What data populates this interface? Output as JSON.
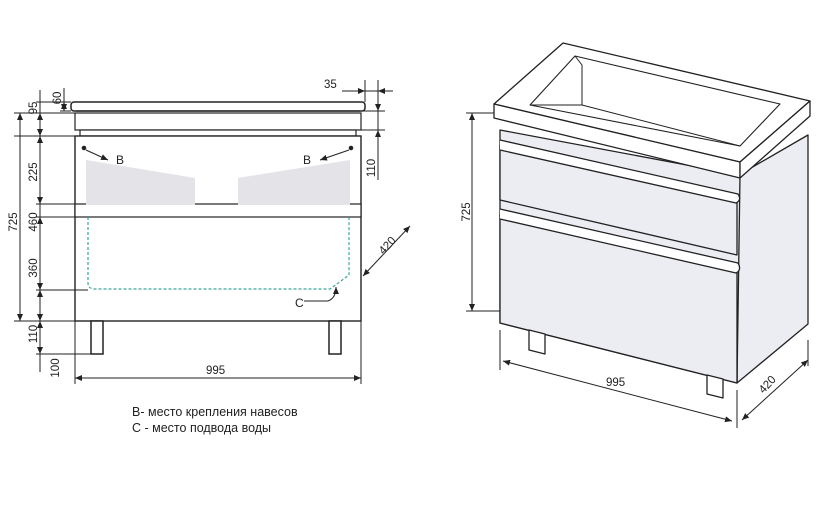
{
  "front_view": {
    "dims": {
      "d60": "60",
      "d95": "95",
      "d35": "35",
      "d725": "725",
      "d225": "225",
      "d460": "460",
      "d360": "360",
      "d110_left": "110",
      "d100": "100",
      "d110_right": "110",
      "d420": "420",
      "d995": "995"
    },
    "markers": {
      "b_left": "B",
      "b_right": "B",
      "c": "C"
    }
  },
  "iso_view": {
    "dims": {
      "height": "725",
      "width": "995",
      "depth": "420"
    }
  },
  "legend": {
    "line1": "B- место крепления навесов",
    "line2": "C - место подвода воды"
  },
  "colors": {
    "line": "#222222",
    "fill": "#ececf3",
    "dashed": "#3aa89a"
  }
}
